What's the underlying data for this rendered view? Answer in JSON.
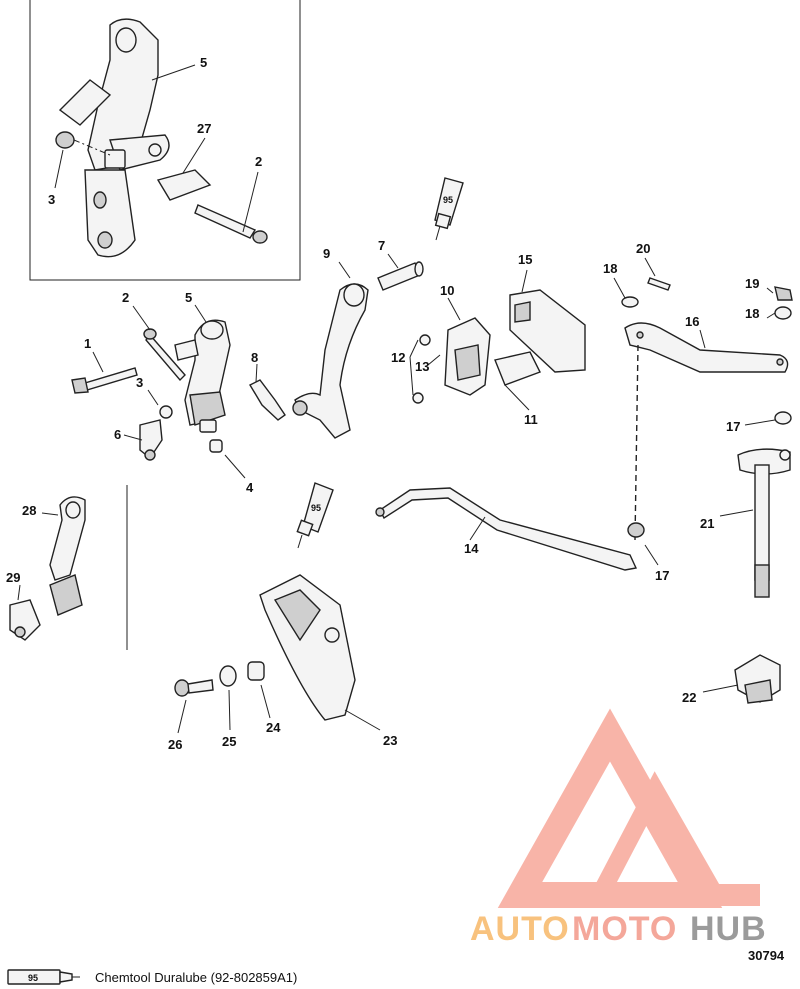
{
  "callouts": [
    {
      "id": "c5a",
      "label": "5"
    },
    {
      "id": "c27",
      "label": "27"
    },
    {
      "id": "c2a",
      "label": "2"
    },
    {
      "id": "c3a",
      "label": "3"
    },
    {
      "id": "c9",
      "label": "9"
    },
    {
      "id": "c7",
      "label": "7"
    },
    {
      "id": "c15",
      "label": "15"
    },
    {
      "id": "c20",
      "label": "20"
    },
    {
      "id": "c18a",
      "label": "18"
    },
    {
      "id": "c19",
      "label": "19"
    },
    {
      "id": "c18b",
      "label": "18"
    },
    {
      "id": "c16",
      "label": "16"
    },
    {
      "id": "c2b",
      "label": "2"
    },
    {
      "id": "c5b",
      "label": "5"
    },
    {
      "id": "c1",
      "label": "1"
    },
    {
      "id": "c10",
      "label": "10"
    },
    {
      "id": "c8",
      "label": "8"
    },
    {
      "id": "c12",
      "label": "12"
    },
    {
      "id": "c13",
      "label": "13"
    },
    {
      "id": "c3b",
      "label": "3"
    },
    {
      "id": "c11",
      "label": "11"
    },
    {
      "id": "c17a",
      "label": "17"
    },
    {
      "id": "c6",
      "label": "6"
    },
    {
      "id": "c4",
      "label": "4"
    },
    {
      "id": "c28",
      "label": "28"
    },
    {
      "id": "c14",
      "label": "14"
    },
    {
      "id": "c21",
      "label": "21"
    },
    {
      "id": "c17b",
      "label": "17"
    },
    {
      "id": "c29",
      "label": "29"
    },
    {
      "id": "c22",
      "label": "22"
    },
    {
      "id": "c26",
      "label": "26"
    },
    {
      "id": "c25",
      "label": "25"
    },
    {
      "id": "c24",
      "label": "24"
    },
    {
      "id": "c23",
      "label": "23"
    }
  ],
  "lubricant_tube_label": "95",
  "diagram_number": "30794",
  "legend": {
    "tube_label": "95",
    "text": "Chemtool Duralube (92-802859A1)"
  },
  "watermark": {
    "part1": "AUTO",
    "part2": "MOTO",
    "part3": "HUB",
    "color_light": "#f7b2a6",
    "color_mid": "#f9c48a",
    "color_dark": "#9a9a9a"
  }
}
